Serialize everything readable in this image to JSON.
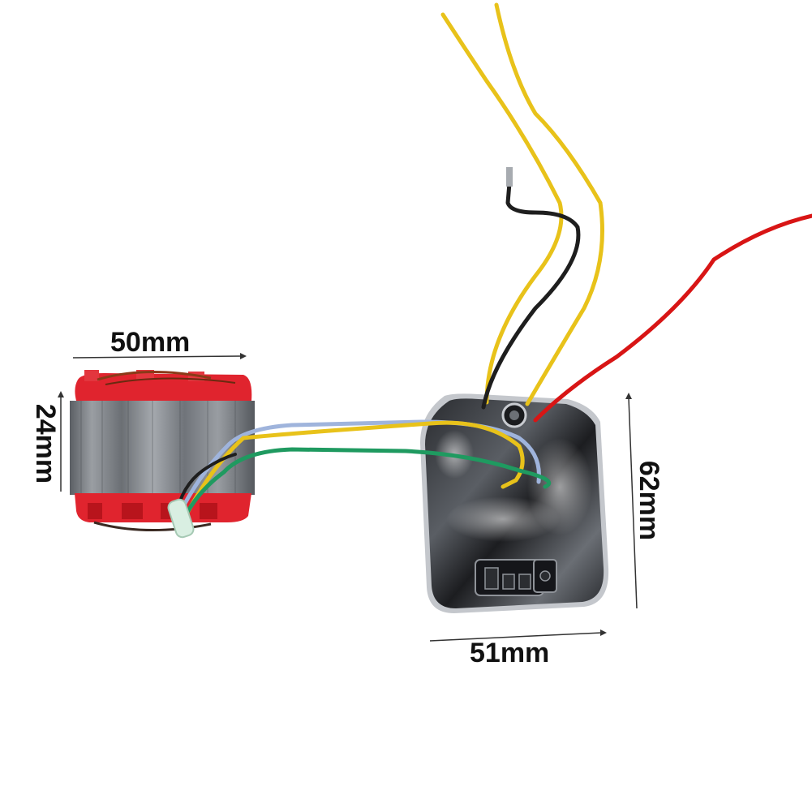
{
  "dimensions": {
    "stator_width": "50mm",
    "stator_height": "24mm",
    "board_width": "51mm",
    "board_height": "62mm"
  },
  "colors": {
    "background": "#ffffff",
    "stator_red": "#e0242e",
    "stator_steel": "#7d8288",
    "board_metal": "#c4c7cc",
    "wire_yellow": "#e8c21a",
    "wire_black": "#1e1e1e",
    "wire_red": "#d81515",
    "wire_blue": "#9fb4dc",
    "wire_green": "#1f9a60",
    "dimension_text": "#111111"
  },
  "objects": [
    "motor-stator",
    "brushless-driver-board"
  ]
}
